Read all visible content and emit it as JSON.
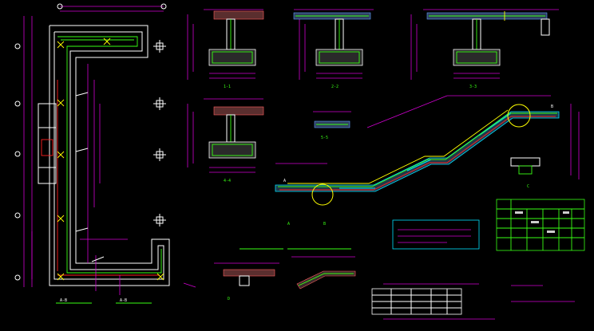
{
  "drawing": {
    "background": "#000000",
    "colors": {
      "wall": "#ffffff",
      "dimension": "#d000d0",
      "rebar": "#39ff14",
      "highlight": "#ff2020",
      "concrete_hatch": "#00e0ff",
      "note": "#ffff00"
    }
  },
  "labels": {
    "plan_caption": "A-B",
    "plan_caption_2": "A-B",
    "section_1": "1-1",
    "section_2": "2-2",
    "section_3": "3-3",
    "section_4": "4-4",
    "small_section": "5-5",
    "stair_label_a": "A",
    "stair_label_b": "B",
    "detail_1": "A",
    "detail_2": "B",
    "detail_3": "C",
    "detail_4": "D"
  },
  "grid_markers": [
    {
      "id": "1"
    },
    {
      "id": "2"
    },
    {
      "id": "3"
    },
    {
      "id": "4"
    },
    {
      "id": "5"
    },
    {
      "id": "6"
    }
  ]
}
